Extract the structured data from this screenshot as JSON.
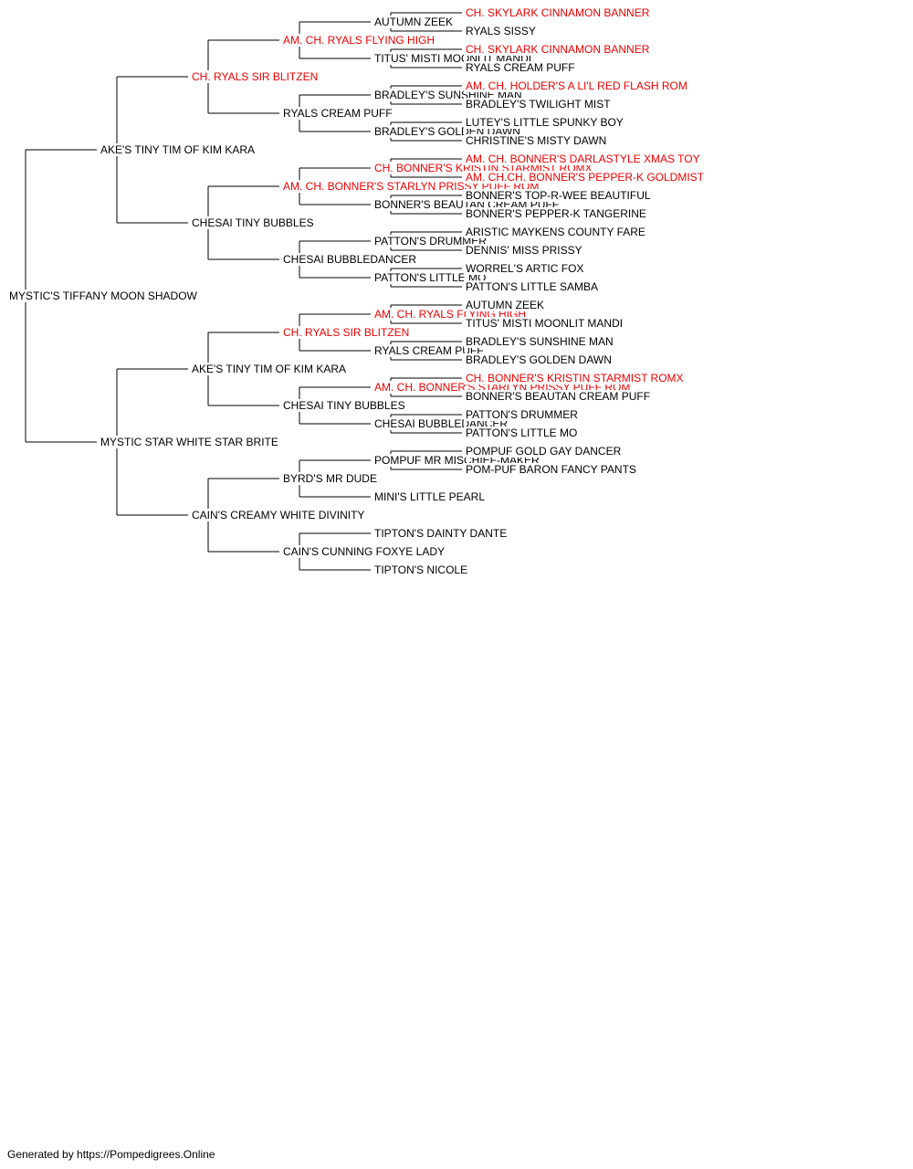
{
  "colors": {
    "champion": "#ee0000",
    "normal": "#000000",
    "line": "#000000"
  },
  "footer": "Generated by https://Pompedigrees.Online",
  "pedigree": {
    "name": "MYSTIC'S TIFFANY MOON SHADOW",
    "sire": {
      "name": "AKE'S TINY TIM OF KIM KARA",
      "sire": {
        "name": "CH. RYALS SIR BLITZEN",
        "champion": true,
        "sire": {
          "name": "AM. CH. RYALS FLYING HIGH",
          "champion": true,
          "sire": {
            "name": "AUTUMN ZEEK",
            "sire": {
              "name": "CH. SKYLARK CINNAMON BANNER",
              "champion": true
            },
            "dam": {
              "name": "RYALS SISSY"
            }
          },
          "dam": {
            "name": "TITUS' MISTI MOONLIT MANDI",
            "sire": {
              "name": "CH. SKYLARK CINNAMON BANNER",
              "champion": true
            },
            "dam": {
              "name": "RYALS CREAM PUFF"
            }
          }
        },
        "dam": {
          "name": "RYALS CREAM PUFF",
          "sire": {
            "name": "BRADLEY'S SUNSHINE MAN",
            "sire": {
              "name": "AM. CH. HOLDER'S A LI'L RED FLASH ROM",
              "champion": true
            },
            "dam": {
              "name": "BRADLEY'S TWILIGHT MIST"
            }
          },
          "dam": {
            "name": "BRADLEY'S GOLDEN DAWN",
            "sire": {
              "name": "LUTEY'S LITTLE SPUNKY BOY"
            },
            "dam": {
              "name": "CHRISTINE'S MISTY DAWN"
            }
          }
        }
      },
      "dam": {
        "name": "CHESAI TINY BUBBLES",
        "sire": {
          "name": "AM. CH. BONNER'S STARLYN PRISSY PUFF ROM",
          "champion": true,
          "sire": {
            "name": "CH. BONNER'S KRISTIN STARMIST ROMX",
            "champion": true,
            "sire": {
              "name": "AM. CH. BONNER'S DARLASTYLE XMAS TOY",
              "champion": true
            },
            "dam": {
              "name": "AM. CH.CH. BONNER'S PEPPER-K GOLDMIST",
              "champion": true
            }
          },
          "dam": {
            "name": "BONNER'S BEAUTAN CREAM PUFF",
            "sire": {
              "name": "BONNER'S TOP-R-WEE BEAUTIFUL"
            },
            "dam": {
              "name": "BONNER'S PEPPER-K TANGERINE"
            }
          }
        },
        "dam": {
          "name": "CHESAI BUBBLEDANCER",
          "sire": {
            "name": "PATTON'S DRUMMER",
            "sire": {
              "name": "ARISTIC MAYKENS COUNTY FARE"
            },
            "dam": {
              "name": "DENNIS' MISS PRISSY"
            }
          },
          "dam": {
            "name": "PATTON'S LITTLE MO",
            "sire": {
              "name": "WORREL'S ARTIC FOX"
            },
            "dam": {
              "name": "PATTON'S LITTLE SAMBA"
            }
          }
        }
      }
    },
    "dam": {
      "name": "MYSTIC STAR WHITE STAR BRITE",
      "sire": {
        "name": "AKE'S TINY TIM OF KIM KARA",
        "sire": {
          "name": "CH. RYALS SIR BLITZEN",
          "champion": true,
          "sire": {
            "name": "AM. CH. RYALS FLYING HIGH",
            "champion": true,
            "sire": {
              "name": "AUTUMN ZEEK"
            },
            "dam": {
              "name": "TITUS' MISTI MOONLIT MANDI"
            }
          },
          "dam": {
            "name": "RYALS CREAM PUFF",
            "sire": {
              "name": "BRADLEY'S SUNSHINE MAN"
            },
            "dam": {
              "name": "BRADLEY'S GOLDEN DAWN"
            }
          }
        },
        "dam": {
          "name": "CHESAI TINY BUBBLES",
          "sire": {
            "name": "AM. CH. BONNER'S STARLYN PRISSY PUFF ROM",
            "champion": true,
            "sire": {
              "name": "CH. BONNER'S KRISTIN STARMIST ROMX",
              "champion": true
            },
            "dam": {
              "name": "BONNER'S BEAUTAN CREAM PUFF"
            }
          },
          "dam": {
            "name": "CHESAI BUBBLEDANCER",
            "sire": {
              "name": "PATTON'S DRUMMER"
            },
            "dam": {
              "name": "PATTON'S LITTLE MO"
            }
          }
        }
      },
      "dam": {
        "name": "CAIN'S CREAMY WHITE DIVINITY",
        "sire": {
          "name": "BYRD'S MR DUDE",
          "sire": {
            "name": "POMPUF MR MISCHIEF-MAKER",
            "sire": {
              "name": "POMPUF GOLD GAY DANCER"
            },
            "dam": {
              "name": "POM-PUF BARON FANCY PANTS"
            }
          },
          "dam": {
            "name": "MINI'S LITTLE PEARL"
          }
        },
        "dam": {
          "name": "CAIN'S CUNNING FOXYE LADY",
          "sire": {
            "name": "TIPTON'S DAINTY DANTE"
          },
          "dam": {
            "name": "TIPTON'S NICOLE"
          }
        }
      }
    }
  }
}
